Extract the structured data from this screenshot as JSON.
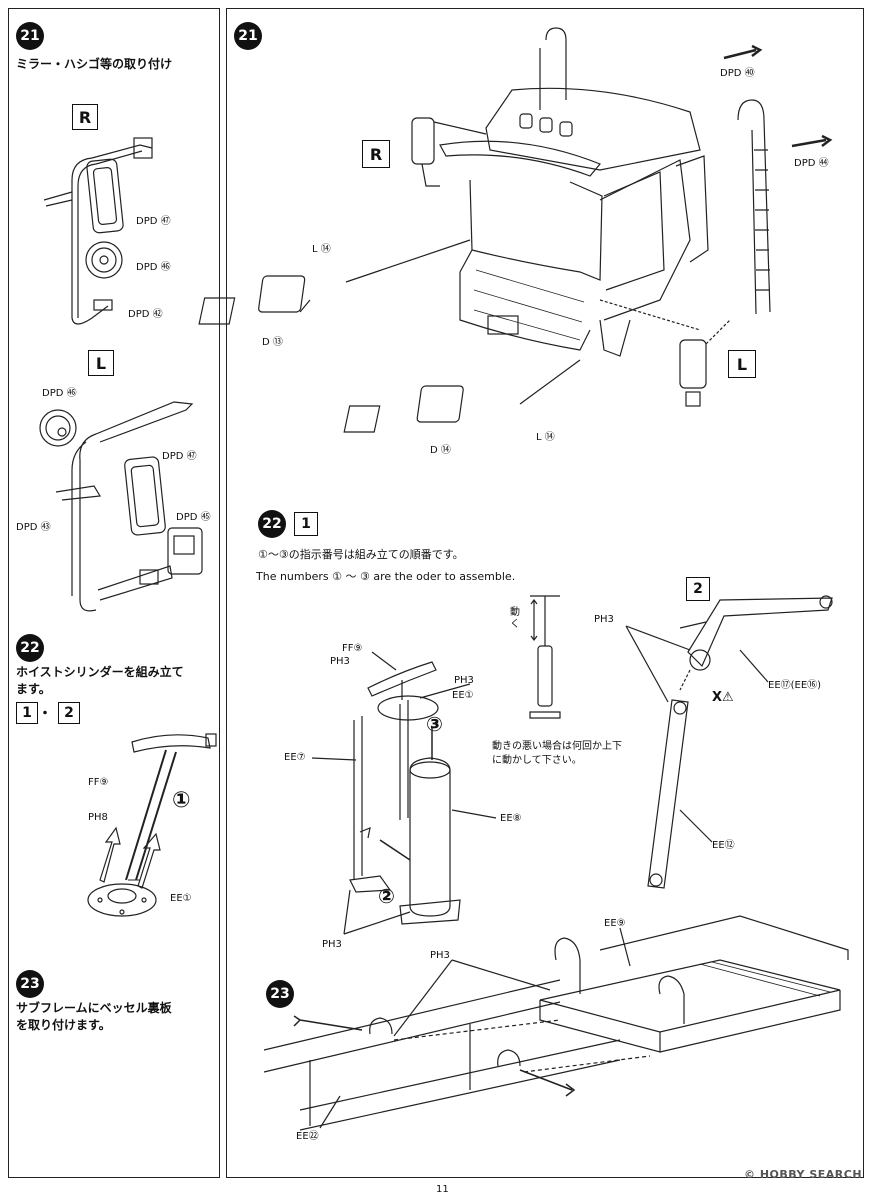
{
  "left_panel": {
    "step21": {
      "number": "21",
      "title": "ミラー・ハシゴ等の取り付け",
      "side_r": "R",
      "side_l": "L",
      "r_parts": [
        "DPD ㊼",
        "DPD ㊻",
        "DPD ㊷"
      ],
      "l_parts": [
        "DPD ㊻",
        "DPD ㊼",
        "DPD ㊸",
        "DPD ㊺"
      ]
    },
    "step22": {
      "number": "22",
      "title_line1": "ホイストシリンダーを組み立て",
      "title_line2": "ます。",
      "sub_a": "1",
      "sep": "・",
      "sub_b": "2",
      "parts": [
        "FF⑨",
        "PH8",
        "EE①"
      ],
      "order": "①"
    },
    "step23": {
      "number": "23",
      "title_line1": "サブフレームにベッセル裏板",
      "title_line2": "を取り付けます。"
    }
  },
  "right_panel": {
    "step21": {
      "number": "21",
      "side_r": "R",
      "side_l": "L",
      "labels": [
        "DPD ㊵",
        "DPD ㊹",
        "L ⑭",
        "D ⑬",
        "L ⑭",
        "D ⑭"
      ]
    },
    "step22": {
      "number": "22",
      "sub": "1",
      "sub2": "2",
      "note_jp": "①～③の指示番号は組み立ての順番です。",
      "note_en": "The numbers ① ～ ③ are the oder to assemble.",
      "move_label": "動く",
      "tip": "動きの悪い場合は何回か上下に動かして下さい。",
      "parts": [
        "FF⑨",
        "PH3",
        "PH3",
        "EE①",
        "EE⑦",
        "EE⑧",
        "PH3",
        "PH3",
        "EE⑰(EE⑯)",
        "EE⑫"
      ],
      "order_marks": [
        "③",
        "②"
      ],
      "x_mark": "X⚠"
    },
    "step23": {
      "number": "23",
      "parts": [
        "EE⑨",
        "PH3",
        "EE㉒"
      ]
    }
  },
  "footer": {
    "page": "11",
    "watermark": "© HOBBY SEARCH"
  }
}
